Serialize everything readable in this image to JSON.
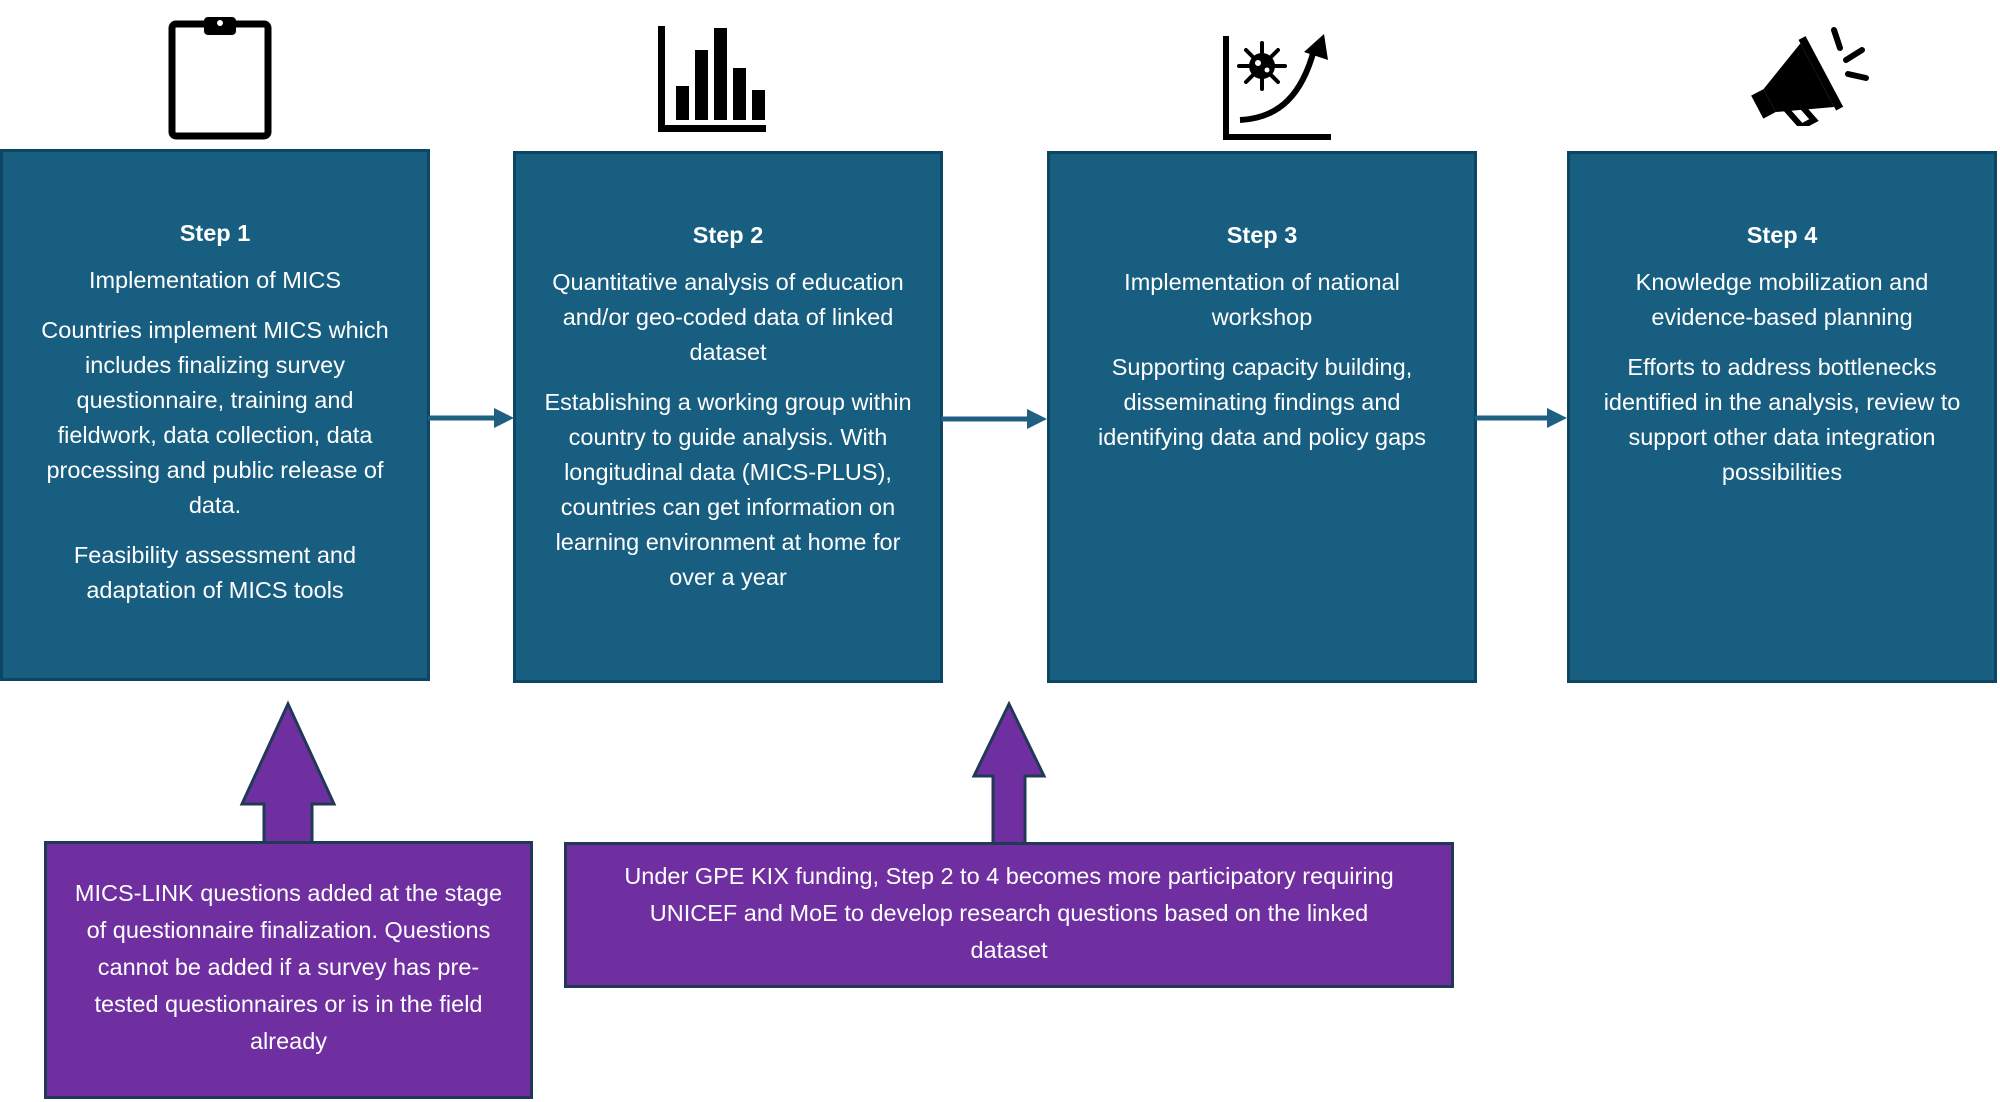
{
  "steps": [
    {
      "title": "Step 1",
      "subtitle": "Implementation of MICS",
      "body": "Countries implement MICS which includes finalizing survey questionnaire, training and fieldwork, data collection, data processing and public release of data.",
      "note": "Feasibility assessment and adaptation of MICS tools",
      "icon": "clipboard-icon"
    },
    {
      "title": "Step 2",
      "subtitle": "Quantitative analysis of education and/or geo-coded data of linked dataset",
      "body": "Establishing a working group within country to guide analysis. With longitudinal data (MICS-PLUS), countries can get information on learning environment at home for over a year",
      "note": "",
      "icon": "bar-chart-icon"
    },
    {
      "title": "Step 3",
      "subtitle": "Implementation of national workshop",
      "body": "Supporting capacity building, disseminating findings and identifying data and policy gaps",
      "note": "",
      "icon": "growth-chart-icon"
    },
    {
      "title": "Step 4",
      "subtitle": "Knowledge mobilization and evidence-based planning",
      "body": "Efforts to address bottlenecks identified in the analysis, review to support other data integration possibilities",
      "note": "",
      "icon": "megaphone-icon"
    }
  ],
  "callouts": {
    "mics_link": "MICS-LINK questions added at the stage of questionnaire finalization. Questions cannot be added if a survey has pre-tested questionnaires or is in the field already",
    "gpe_kix": "Under GPE KIX funding, Step 2 to 4 becomes more participatory requiring UNICEF and MoE to develop research questions based on the linked dataset"
  },
  "colors": {
    "step_fill": "#175e80",
    "step_border": "#0d4663",
    "callout_fill": "#6f2fa0",
    "callout_border": "#203a55",
    "connector": "#1f5f82"
  }
}
